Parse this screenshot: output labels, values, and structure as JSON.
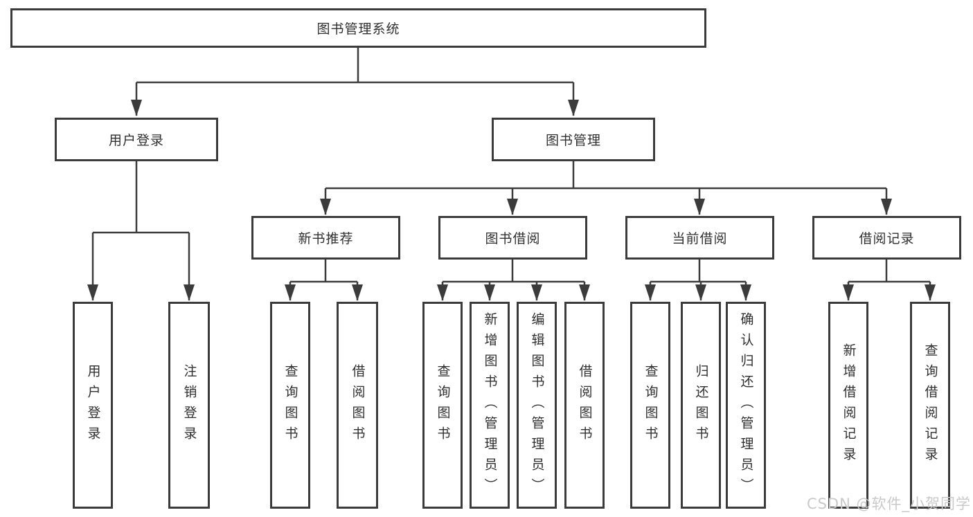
{
  "colors": {
    "line": "#3b3b3b",
    "text": "#2f2f2f",
    "background": "#ffffff",
    "watermark": "#c9c9c9"
  },
  "diagram": {
    "root": {
      "label": "图书管理系统"
    },
    "level2": [
      {
        "label": "用户登录"
      },
      {
        "label": "图书管理"
      }
    ],
    "level3": [
      {
        "label": "新书推荐"
      },
      {
        "label": "图书借阅"
      },
      {
        "label": "当前借阅"
      },
      {
        "label": "借阅记录"
      }
    ],
    "leaves": {
      "user_login": [
        {
          "label": "用户登录"
        },
        {
          "label": "注销登录"
        }
      ],
      "new_book_rec": [
        {
          "label": "查询图书"
        },
        {
          "label": "借阅图书"
        }
      ],
      "book_borrow": [
        {
          "label": "查询图书"
        },
        {
          "label": "新增图书（管理员）"
        },
        {
          "label": "编辑图书（管理员）"
        },
        {
          "label": "借阅图书"
        }
      ],
      "current_borrow": [
        {
          "label": "查询图书"
        },
        {
          "label": "归还图书"
        },
        {
          "label": "确认归还（管理员）"
        }
      ],
      "borrow_records": [
        {
          "label": "新增借阅记录"
        },
        {
          "label": "查询借阅记录"
        }
      ]
    }
  },
  "watermark": {
    "text": "CSDN @软件_小贺同学"
  }
}
